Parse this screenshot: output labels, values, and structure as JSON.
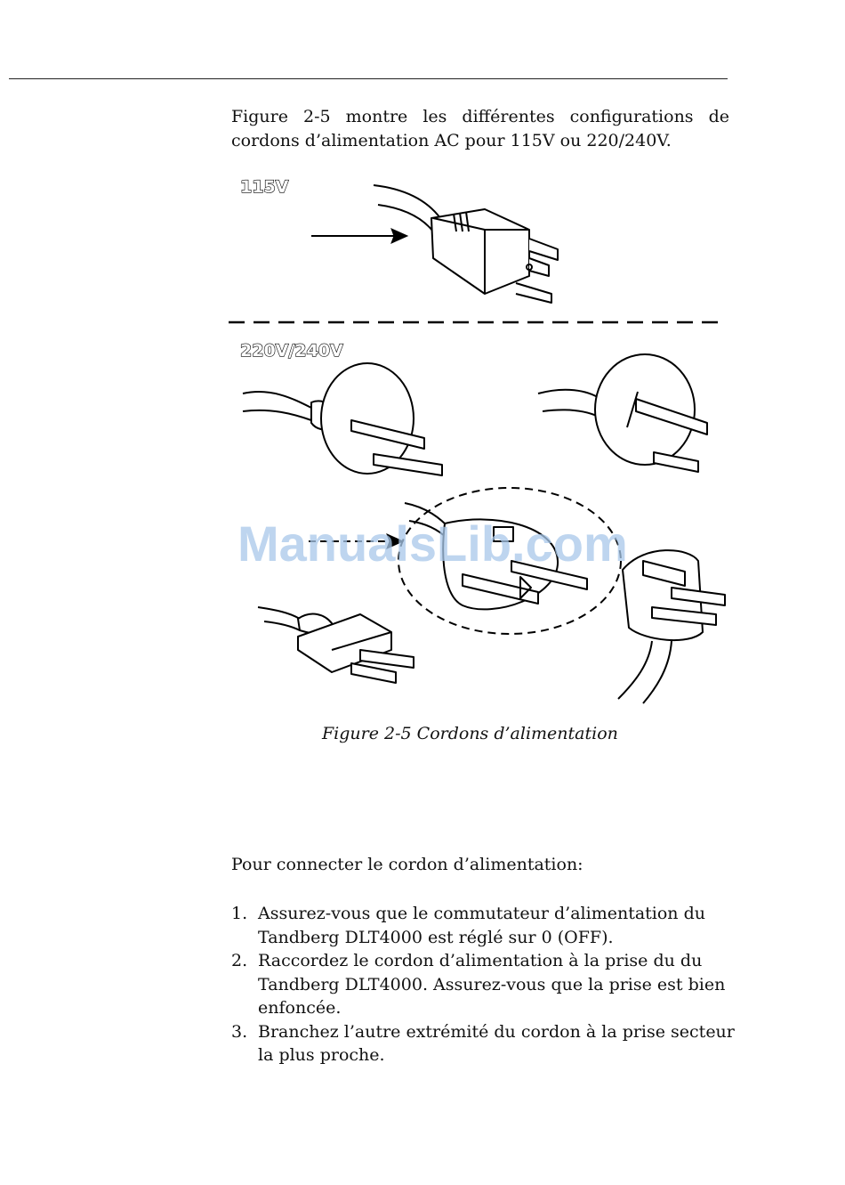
{
  "intro_text": "Figure 2-5 montre les différentes configurations de cordons d’alimentation AC pour 115V ou 220/240V.",
  "figure": {
    "label_115": "115V",
    "label_220": "220V/240V",
    "watermark": "ManualsLib.com"
  },
  "caption": "Figure 2-5  Cordons d’alimentation",
  "lead": "Pour connecter le cordon d’alimentation:",
  "steps": [
    {
      "num": "1.",
      "text": "Assurez-vous que le commutateur d’alimentation du Tandberg DLT4000 est réglé sur 0 (OFF)."
    },
    {
      "num": "2.",
      "text": "Raccordez le cordon d’alimentation à la prise du du Tandberg DLT4000. Assurez-vous que la prise est bien enfoncée."
    },
    {
      "num": "3.",
      "text": "Branchez l’autre extrémité du cordon à la prise secteur la plus proche."
    }
  ]
}
